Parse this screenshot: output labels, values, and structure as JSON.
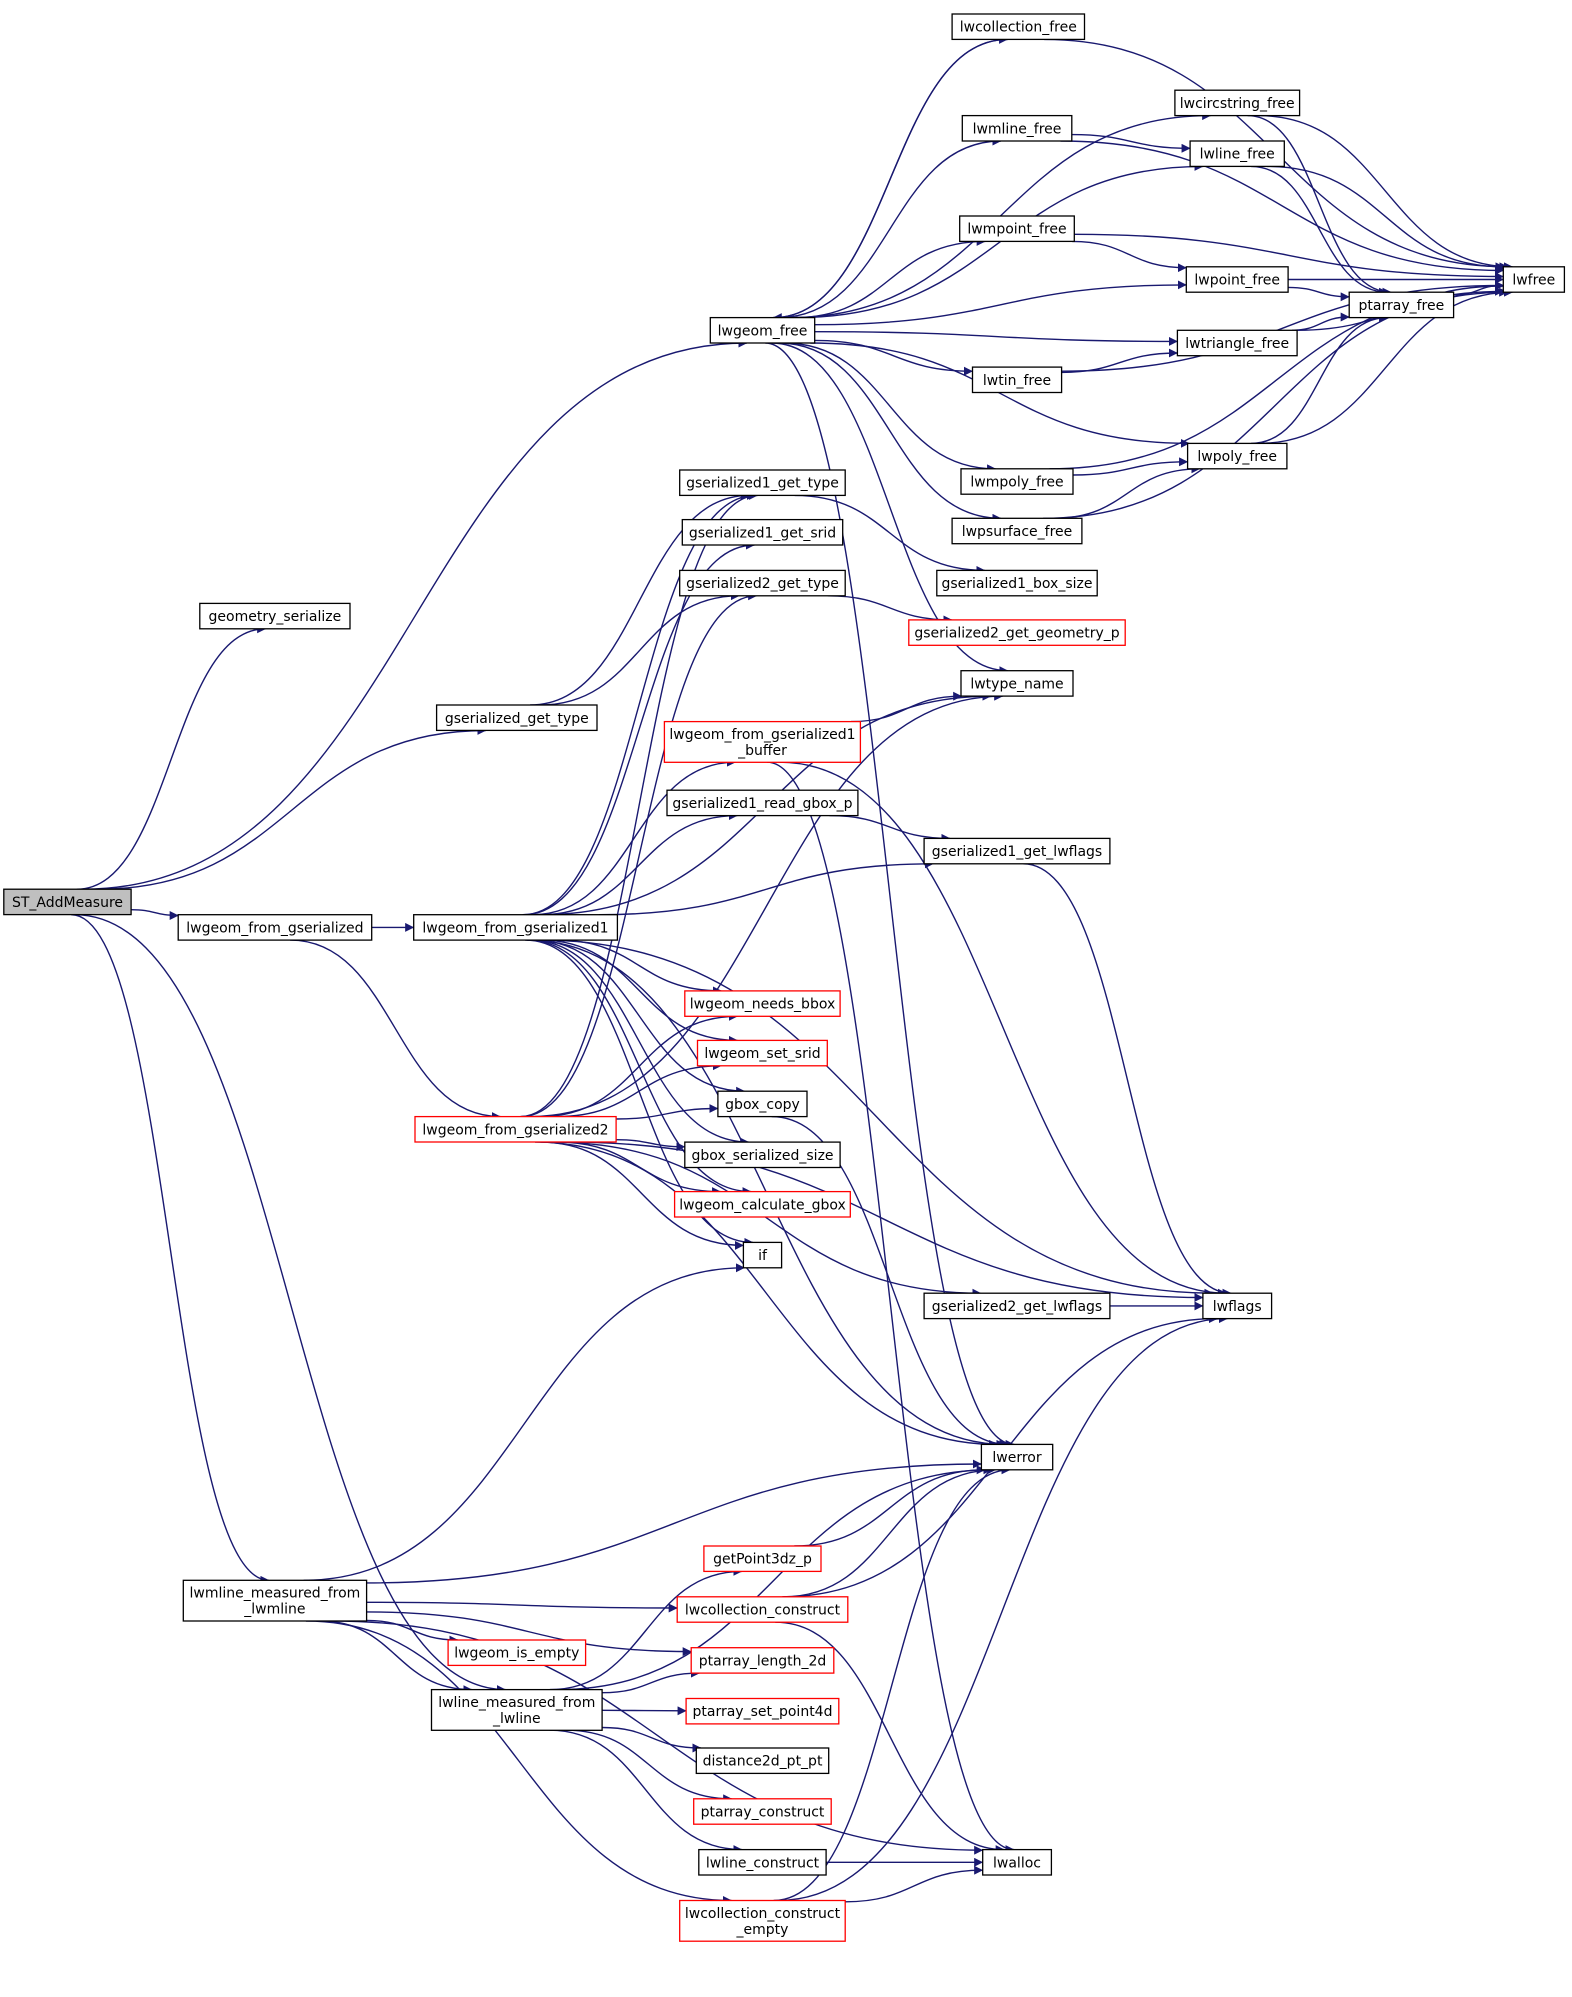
{
  "nodes": [
    {
      "id": "st_addmeasure",
      "lines": [
        "ST_AddMeasure"
      ],
      "root": true,
      "red": false
    },
    {
      "id": "geometry_serialize",
      "lines": [
        "geometry_serialize"
      ],
      "red": false
    },
    {
      "id": "gserialized_get_type",
      "lines": [
        "gserialized_get_type"
      ],
      "red": false
    },
    {
      "id": "lwgeom_from_gserialized",
      "lines": [
        "lwgeom_from_gserialized"
      ],
      "red": false
    },
    {
      "id": "lwgeom_from_gserialized1",
      "lines": [
        "lwgeom_from_gserialized1"
      ],
      "red": false
    },
    {
      "id": "lwgeom_from_gserialized2",
      "lines": [
        "lwgeom_from_gserialized2"
      ],
      "red": true
    },
    {
      "id": "lwgeom_free",
      "lines": [
        "lwgeom_free"
      ],
      "red": false
    },
    {
      "id": "lwcollection_free",
      "lines": [
        "lwcollection_free"
      ],
      "red": false
    },
    {
      "id": "lwcircstring_free",
      "lines": [
        "lwcircstring_free"
      ],
      "red": false
    },
    {
      "id": "lwmline_free",
      "lines": [
        "lwmline_free"
      ],
      "red": false
    },
    {
      "id": "lwline_free",
      "lines": [
        "lwline_free"
      ],
      "red": false
    },
    {
      "id": "lwmpoint_free",
      "lines": [
        "lwmpoint_free"
      ],
      "red": false
    },
    {
      "id": "lwpoint_free",
      "lines": [
        "lwpoint_free"
      ],
      "red": false
    },
    {
      "id": "ptarray_free",
      "lines": [
        "ptarray_free"
      ],
      "red": false
    },
    {
      "id": "lwfree",
      "lines": [
        "lwfree"
      ],
      "red": false
    },
    {
      "id": "lwtriangle_free",
      "lines": [
        "lwtriangle_free"
      ],
      "red": false
    },
    {
      "id": "lwtin_free",
      "lines": [
        "lwtin_free"
      ],
      "red": false
    },
    {
      "id": "lwpoly_free",
      "lines": [
        "lwpoly_free"
      ],
      "red": false
    },
    {
      "id": "lwmpoly_free",
      "lines": [
        "lwmpoly_free"
      ],
      "red": false
    },
    {
      "id": "lwpsurface_free",
      "lines": [
        "lwpsurface_free"
      ],
      "red": false
    },
    {
      "id": "gserialized1_get_type",
      "lines": [
        "gserialized1_get_type"
      ],
      "red": false
    },
    {
      "id": "gserialized1_get_srid",
      "lines": [
        "gserialized1_get_srid"
      ],
      "red": false
    },
    {
      "id": "gserialized2_get_type",
      "lines": [
        "gserialized2_get_type"
      ],
      "red": false
    },
    {
      "id": "gserialized1_box_size",
      "lines": [
        "gserialized1_box_size"
      ],
      "red": false
    },
    {
      "id": "gserialized2_get_geometry_p",
      "lines": [
        "gserialized2_get_geometry_p"
      ],
      "red": true
    },
    {
      "id": "lwtype_name",
      "lines": [
        "lwtype_name"
      ],
      "red": false
    },
    {
      "id": "lwgeom_from_gserialized1_buffer",
      "lines": [
        "lwgeom_from_gserialized1",
        "_buffer"
      ],
      "red": true
    },
    {
      "id": "gserialized1_read_gbox_p",
      "lines": [
        "gserialized1_read_gbox_p"
      ],
      "red": false
    },
    {
      "id": "gserialized1_get_lwflags",
      "lines": [
        "gserialized1_get_lwflags"
      ],
      "red": false
    },
    {
      "id": "lwgeom_needs_bbox",
      "lines": [
        "lwgeom_needs_bbox"
      ],
      "red": true
    },
    {
      "id": "lwgeom_set_srid",
      "lines": [
        "lwgeom_set_srid"
      ],
      "red": true
    },
    {
      "id": "gbox_copy",
      "lines": [
        "gbox_copy"
      ],
      "red": false
    },
    {
      "id": "gbox_serialized_size",
      "lines": [
        "gbox_serialized_size"
      ],
      "red": false
    },
    {
      "id": "lwgeom_calculate_gbox",
      "lines": [
        "lwgeom_calculate_gbox"
      ],
      "red": true
    },
    {
      "id": "if",
      "lines": [
        "if"
      ],
      "red": false
    },
    {
      "id": "gserialized2_get_lwflags",
      "lines": [
        "gserialized2_get_lwflags"
      ],
      "red": false
    },
    {
      "id": "lwflags",
      "lines": [
        "lwflags"
      ],
      "red": false
    },
    {
      "id": "lwerror",
      "lines": [
        "lwerror"
      ],
      "red": false
    },
    {
      "id": "lwmline_measured_from_lwmline",
      "lines": [
        "lwmline_measured_from",
        "_lwmline"
      ],
      "red": false
    },
    {
      "id": "getpoint3dz_p",
      "lines": [
        "getPoint3dz_p"
      ],
      "red": true
    },
    {
      "id": "lwcollection_construct",
      "lines": [
        "lwcollection_construct"
      ],
      "red": true
    },
    {
      "id": "lwgeom_is_empty",
      "lines": [
        "lwgeom_is_empty"
      ],
      "red": true
    },
    {
      "id": "ptarray_length_2d",
      "lines": [
        "ptarray_length_2d"
      ],
      "red": true
    },
    {
      "id": "lwline_measured_from_lwline",
      "lines": [
        "lwline_measured_from",
        "_lwline"
      ],
      "red": false
    },
    {
      "id": "ptarray_set_point4d",
      "lines": [
        "ptarray_set_point4d"
      ],
      "red": true
    },
    {
      "id": "distance2d_pt_pt",
      "lines": [
        "distance2d_pt_pt"
      ],
      "red": false
    },
    {
      "id": "ptarray_construct",
      "lines": [
        "ptarray_construct"
      ],
      "red": true
    },
    {
      "id": "lwline_construct",
      "lines": [
        "lwline_construct"
      ],
      "red": false
    },
    {
      "id": "lwalloc",
      "lines": [
        "lwalloc"
      ],
      "red": false
    },
    {
      "id": "lwcollection_construct_empty",
      "lines": [
        "lwcollection_construct",
        "_empty"
      ],
      "red": true
    }
  ],
  "edges": [
    [
      "st_addmeasure",
      "geometry_serialize"
    ],
    [
      "st_addmeasure",
      "lwgeom_free"
    ],
    [
      "st_addmeasure",
      "gserialized_get_type"
    ],
    [
      "st_addmeasure",
      "lwgeom_from_gserialized"
    ],
    [
      "st_addmeasure",
      "lwmline_measured_from_lwmline"
    ],
    [
      "st_addmeasure",
      "lwline_measured_from_lwline"
    ],
    [
      "gserialized_get_type",
      "gserialized1_get_type"
    ],
    [
      "gserialized_get_type",
      "gserialized2_get_type"
    ],
    [
      "lwgeom_from_gserialized",
      "lwgeom_from_gserialized1"
    ],
    [
      "lwgeom_from_gserialized",
      "lwgeom_from_gserialized2"
    ],
    [
      "lwgeom_free",
      "lwcollection_free"
    ],
    [
      "lwgeom_free",
      "lwcircstring_free"
    ],
    [
      "lwgeom_free",
      "lwmline_free"
    ],
    [
      "lwgeom_free",
      "lwline_free"
    ],
    [
      "lwgeom_free",
      "lwmpoint_free"
    ],
    [
      "lwgeom_free",
      "lwpoint_free"
    ],
    [
      "lwgeom_free",
      "lwtriangle_free"
    ],
    [
      "lwgeom_free",
      "lwtin_free"
    ],
    [
      "lwgeom_free",
      "lwpoly_free"
    ],
    [
      "lwgeom_free",
      "lwmpoly_free"
    ],
    [
      "lwgeom_free",
      "lwpsurface_free"
    ],
    [
      "lwgeom_free",
      "lwtype_name"
    ],
    [
      "lwgeom_free",
      "lwerror"
    ],
    [
      "lwcollection_free",
      "lwfree"
    ],
    [
      "lwcollection_free",
      "lwgeom_free"
    ],
    [
      "lwcircstring_free",
      "ptarray_free"
    ],
    [
      "lwcircstring_free",
      "lwfree"
    ],
    [
      "lwmline_free",
      "lwline_free"
    ],
    [
      "lwmline_free",
      "lwfree"
    ],
    [
      "lwline_free",
      "ptarray_free"
    ],
    [
      "lwline_free",
      "lwfree"
    ],
    [
      "lwmpoint_free",
      "lwpoint_free"
    ],
    [
      "lwmpoint_free",
      "lwfree"
    ],
    [
      "lwpoint_free",
      "ptarray_free"
    ],
    [
      "lwpoint_free",
      "lwfree"
    ],
    [
      "ptarray_free",
      "lwfree"
    ],
    [
      "lwtriangle_free",
      "ptarray_free"
    ],
    [
      "lwtriangle_free",
      "lwfree"
    ],
    [
      "lwtin_free",
      "lwtriangle_free"
    ],
    [
      "lwtin_free",
      "lwfree"
    ],
    [
      "lwpoly_free",
      "ptarray_free"
    ],
    [
      "lwpoly_free",
      "lwfree"
    ],
    [
      "lwmpoly_free",
      "lwpoly_free"
    ],
    [
      "lwmpoly_free",
      "lwfree"
    ],
    [
      "lwpsurface_free",
      "lwpoly_free"
    ],
    [
      "lwpsurface_free",
      "lwfree"
    ],
    [
      "gserialized1_get_type",
      "gserialized1_box_size"
    ],
    [
      "gserialized2_get_type",
      "gserialized2_get_geometry_p"
    ],
    [
      "lwgeom_from_gserialized1",
      "gserialized1_get_type"
    ],
    [
      "lwgeom_from_gserialized1",
      "gserialized1_get_srid"
    ],
    [
      "lwgeom_from_gserialized1",
      "lwtype_name"
    ],
    [
      "lwgeom_from_gserialized1",
      "lwgeom_from_gserialized1_buffer"
    ],
    [
      "lwgeom_from_gserialized1",
      "gserialized1_read_gbox_p"
    ],
    [
      "lwgeom_from_gserialized1",
      "gserialized1_get_lwflags"
    ],
    [
      "lwgeom_from_gserialized1",
      "lwgeom_needs_bbox"
    ],
    [
      "lwgeom_from_gserialized1",
      "lwgeom_set_srid"
    ],
    [
      "lwgeom_from_gserialized1",
      "gbox_copy"
    ],
    [
      "lwgeom_from_gserialized1",
      "gbox_serialized_size"
    ],
    [
      "lwgeom_from_gserialized1",
      "lwgeom_calculate_gbox"
    ],
    [
      "lwgeom_from_gserialized1",
      "if"
    ],
    [
      "lwgeom_from_gserialized1",
      "lwflags"
    ],
    [
      "lwgeom_from_gserialized1",
      "lwerror"
    ],
    [
      "lwgeom_from_gserialized2",
      "gserialized1_get_type"
    ],
    [
      "lwgeom_from_gserialized2",
      "gserialized2_get_type"
    ],
    [
      "lwgeom_from_gserialized2",
      "lwtype_name"
    ],
    [
      "lwgeom_from_gserialized2",
      "lwgeom_needs_bbox"
    ],
    [
      "lwgeom_from_gserialized2",
      "lwgeom_set_srid"
    ],
    [
      "lwgeom_from_gserialized2",
      "gbox_copy"
    ],
    [
      "lwgeom_from_gserialized2",
      "gbox_serialized_size"
    ],
    [
      "lwgeom_from_gserialized2",
      "lwgeom_calculate_gbox"
    ],
    [
      "lwgeom_from_gserialized2",
      "if"
    ],
    [
      "lwgeom_from_gserialized2",
      "gserialized2_get_lwflags"
    ],
    [
      "lwgeom_from_gserialized2",
      "lwflags"
    ],
    [
      "lwgeom_from_gserialized2",
      "lwerror"
    ],
    [
      "lwgeom_from_gserialized1_buffer",
      "lwtype_name"
    ],
    [
      "lwgeom_from_gserialized1_buffer",
      "lwflags"
    ],
    [
      "lwgeom_from_gserialized1_buffer",
      "lwalloc"
    ],
    [
      "gserialized1_read_gbox_p",
      "gserialized1_get_lwflags"
    ],
    [
      "gserialized1_get_lwflags",
      "lwflags"
    ],
    [
      "gserialized2_get_lwflags",
      "lwflags"
    ],
    [
      "gbox_copy",
      "lwerror"
    ],
    [
      "lwmline_measured_from_lwmline",
      "if"
    ],
    [
      "lwmline_measured_from_lwmline",
      "lwerror"
    ],
    [
      "lwmline_measured_from_lwmline",
      "lwcollection_construct"
    ],
    [
      "lwmline_measured_from_lwmline",
      "lwgeom_is_empty"
    ],
    [
      "lwmline_measured_from_lwmline",
      "ptarray_length_2d"
    ],
    [
      "lwmline_measured_from_lwmline",
      "lwline_measured_from_lwline"
    ],
    [
      "lwmline_measured_from_lwmline",
      "lwcollection_construct_empty"
    ],
    [
      "lwmline_measured_from_lwmline",
      "lwalloc"
    ],
    [
      "lwline_measured_from_lwline",
      "getpoint3dz_p"
    ],
    [
      "lwline_measured_from_lwline",
      "lwerror"
    ],
    [
      "lwline_measured_from_lwline",
      "ptarray_length_2d"
    ],
    [
      "lwline_measured_from_lwline",
      "ptarray_set_point4d"
    ],
    [
      "lwline_measured_from_lwline",
      "distance2d_pt_pt"
    ],
    [
      "lwline_measured_from_lwline",
      "ptarray_construct"
    ],
    [
      "lwline_measured_from_lwline",
      "lwline_construct"
    ],
    [
      "getpoint3dz_p",
      "lwerror"
    ],
    [
      "lwcollection_construct",
      "lwerror"
    ],
    [
      "lwcollection_construct",
      "lwflags"
    ],
    [
      "lwcollection_construct",
      "lwalloc"
    ],
    [
      "lwline_construct",
      "lwalloc"
    ],
    [
      "lwcollection_construct_empty",
      "lwalloc"
    ],
    [
      "lwcollection_construct_empty",
      "lwflags"
    ],
    [
      "lwcollection_construct_empty",
      "lwerror"
    ]
  ]
}
